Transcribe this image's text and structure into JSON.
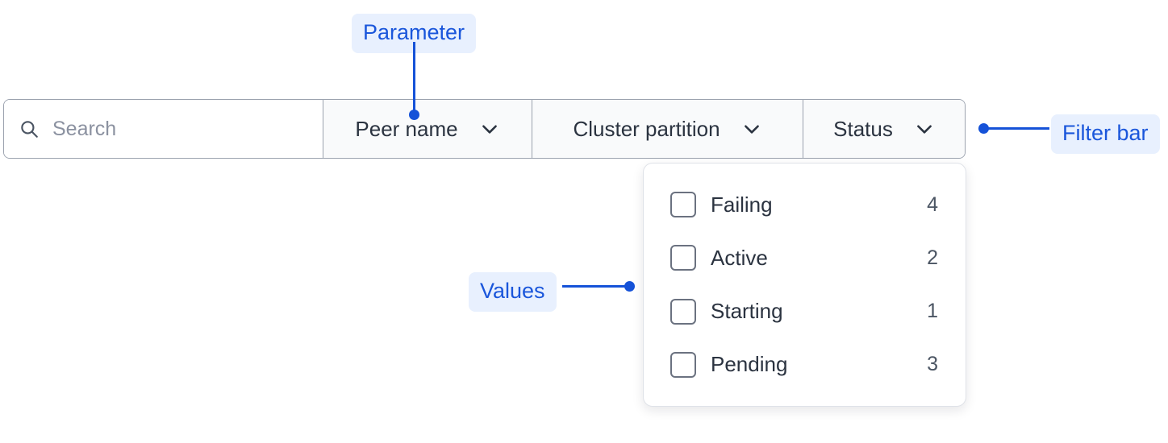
{
  "filter_bar": {
    "search": {
      "icon": "search-icon",
      "value": "",
      "placeholder": "Search"
    },
    "dropdowns": [
      {
        "label": "Peer name",
        "icon": "chevron-down-icon"
      },
      {
        "label": "Cluster partition",
        "icon": "chevron-down-icon"
      },
      {
        "label": "Status",
        "icon": "chevron-down-icon"
      }
    ]
  },
  "dropdown_panel": {
    "open_for": "Status",
    "options": [
      {
        "label": "Failing",
        "count": "4",
        "checked": false
      },
      {
        "label": "Active",
        "count": "2",
        "checked": false
      },
      {
        "label": "Starting",
        "count": "1",
        "checked": false
      },
      {
        "label": "Pending",
        "count": "3",
        "checked": false
      }
    ]
  },
  "annotations": [
    {
      "label": "Parameter",
      "target": "peer-name-dropdown"
    },
    {
      "label": "Values",
      "target": "dropdown-options-list"
    },
    {
      "label": "Filter bar",
      "target": "filter-bar"
    }
  ],
  "colors": {
    "annotation_text": "#1a56db",
    "annotation_pill_bg": "#e8f0fe",
    "annotation_line": "#1552d8",
    "bar_border": "#9ca3af",
    "cell_bg": "#f9fafb",
    "text": "#2b3340",
    "placeholder": "#8b91a0"
  }
}
